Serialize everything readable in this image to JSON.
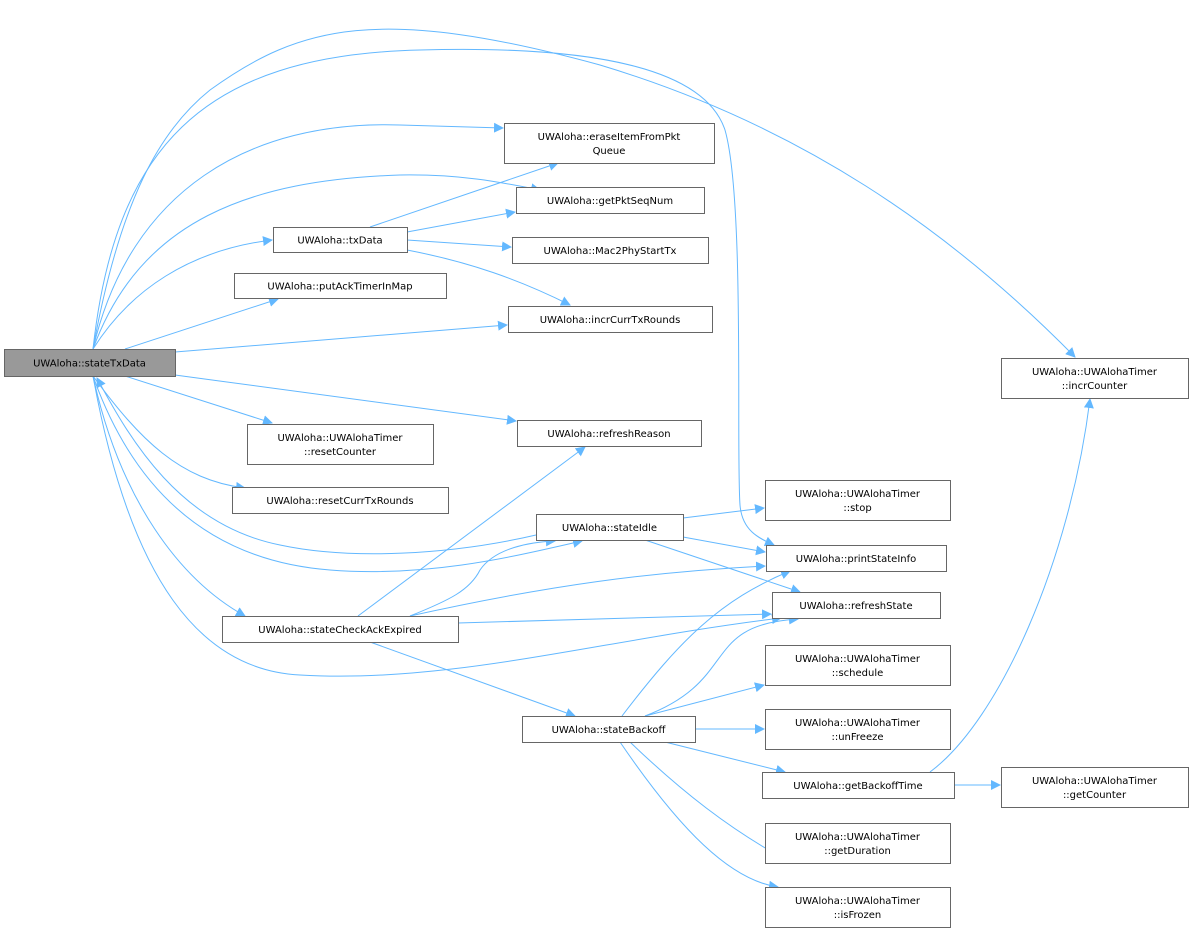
{
  "graph": {
    "edge_color": "#63b8ff",
    "current_fill": "#999999",
    "nodes": [
      {
        "id": "stateTxData",
        "lines": [
          "UWAloha::stateTxData"
        ],
        "current": true
      },
      {
        "id": "eraseItemFromPktQueue",
        "lines": [
          "UWAloha::eraseItemFromPkt",
          "Queue"
        ]
      },
      {
        "id": "getPktSeqNum",
        "lines": [
          "UWAloha::getPktSeqNum"
        ]
      },
      {
        "id": "txData",
        "lines": [
          "UWAloha::txData"
        ]
      },
      {
        "id": "Mac2PhyStartTx",
        "lines": [
          "UWAloha::Mac2PhyStartTx"
        ]
      },
      {
        "id": "putAckTimerInMap",
        "lines": [
          "UWAloha::putAckTimerInMap"
        ]
      },
      {
        "id": "incrCurrTxRounds",
        "lines": [
          "UWAloha::incrCurrTxRounds"
        ]
      },
      {
        "id": "incrCounter",
        "lines": [
          "UWAloha::UWAlohaTimer",
          "::incrCounter"
        ]
      },
      {
        "id": "resetCounter",
        "lines": [
          "UWAloha::UWAlohaTimer",
          "::resetCounter"
        ]
      },
      {
        "id": "refreshReason",
        "lines": [
          "UWAloha::refreshReason"
        ]
      },
      {
        "id": "resetCurrTxRounds",
        "lines": [
          "UWAloha::resetCurrTxRounds"
        ]
      },
      {
        "id": "stop",
        "lines": [
          "UWAloha::UWAlohaTimer",
          "::stop"
        ]
      },
      {
        "id": "stateIdle",
        "lines": [
          "UWAloha::stateIdle"
        ]
      },
      {
        "id": "printStateInfo",
        "lines": [
          "UWAloha::printStateInfo"
        ]
      },
      {
        "id": "stateCheckAckExpired",
        "lines": [
          "UWAloha::stateCheckAckExpired"
        ]
      },
      {
        "id": "refreshState",
        "lines": [
          "UWAloha::refreshState"
        ]
      },
      {
        "id": "schedule",
        "lines": [
          "UWAloha::UWAlohaTimer",
          "::schedule"
        ]
      },
      {
        "id": "stateBackoff",
        "lines": [
          "UWAloha::stateBackoff"
        ]
      },
      {
        "id": "unFreeze",
        "lines": [
          "UWAloha::UWAlohaTimer",
          "::unFreeze"
        ]
      },
      {
        "id": "getBackoffTime",
        "lines": [
          "UWAloha::getBackoffTime"
        ]
      },
      {
        "id": "getCounter",
        "lines": [
          "UWAloha::UWAlohaTimer",
          "::getCounter"
        ]
      },
      {
        "id": "getDuration",
        "lines": [
          "UWAloha::UWAlohaTimer",
          "::getDuration"
        ]
      },
      {
        "id": "isFrozen",
        "lines": [
          "UWAloha::UWAlohaTimer",
          "::isFrozen"
        ]
      }
    ],
    "edges": [
      [
        "stateTxData",
        "incrCounter"
      ],
      [
        "stateTxData",
        "printStateInfo"
      ],
      [
        "stateTxData",
        "eraseItemFromPktQueue"
      ],
      [
        "stateTxData",
        "getPktSeqNum"
      ],
      [
        "stateTxData",
        "txData"
      ],
      [
        "stateTxData",
        "putAckTimerInMap"
      ],
      [
        "stateTxData",
        "incrCurrTxRounds"
      ],
      [
        "stateTxData",
        "refreshReason"
      ],
      [
        "stateTxData",
        "resetCounter"
      ],
      [
        "stateTxData",
        "resetCurrTxRounds"
      ],
      [
        "stateTxData",
        "stateIdle"
      ],
      [
        "stateIdle",
        "stateTxData"
      ],
      [
        "stateTxData",
        "stateCheckAckExpired"
      ],
      [
        "stateTxData",
        "refreshState"
      ],
      [
        "txData",
        "eraseItemFromPktQueue"
      ],
      [
        "txData",
        "getPktSeqNum"
      ],
      [
        "txData",
        "Mac2PhyStartTx"
      ],
      [
        "txData",
        "incrCurrTxRounds"
      ],
      [
        "stateIdle",
        "stop"
      ],
      [
        "stateIdle",
        "printStateInfo"
      ],
      [
        "stateIdle",
        "refreshState"
      ],
      [
        "stateCheckAckExpired",
        "refreshReason"
      ],
      [
        "stateCheckAckExpired",
        "stateIdle"
      ],
      [
        "stateCheckAckExpired",
        "printStateInfo"
      ],
      [
        "stateCheckAckExpired",
        "refreshState"
      ],
      [
        "stateCheckAckExpired",
        "stateBackoff"
      ],
      [
        "stateBackoff",
        "printStateInfo"
      ],
      [
        "stateBackoff",
        "refreshState"
      ],
      [
        "stateBackoff",
        "schedule"
      ],
      [
        "stateBackoff",
        "unFreeze"
      ],
      [
        "stateBackoff",
        "getBackoffTime"
      ],
      [
        "stateBackoff",
        "getDuration"
      ],
      [
        "stateBackoff",
        "isFrozen"
      ],
      [
        "getBackoffTime",
        "getCounter"
      ],
      [
        "getBackoffTime",
        "incrCounter"
      ]
    ]
  }
}
